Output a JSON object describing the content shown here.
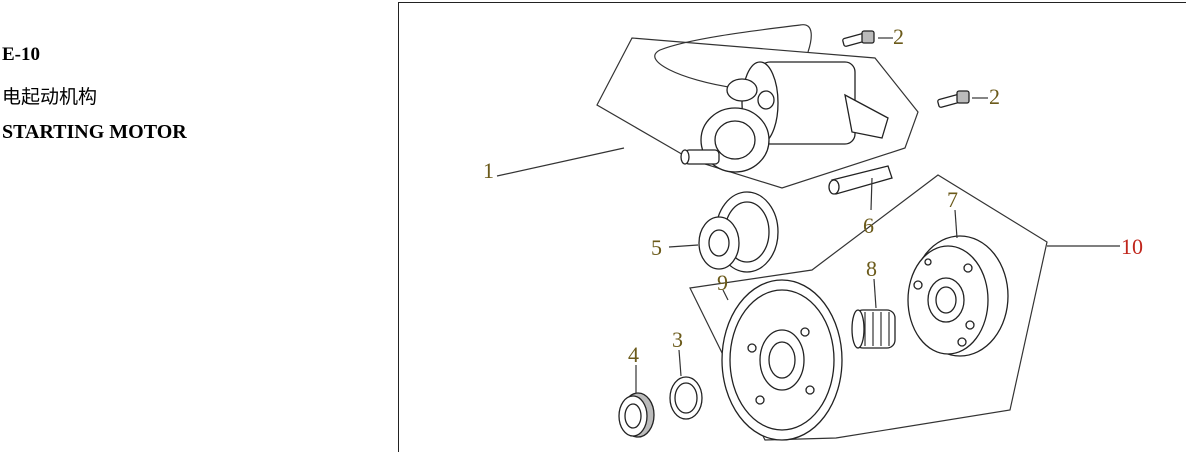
{
  "header": {
    "code": "E-10",
    "title_cn": "电起动机构",
    "title_en": "STARTING MOTOR"
  },
  "callouts": {
    "c1": "1",
    "c2a": "2",
    "c2b": "2",
    "c3": "3",
    "c4": "4",
    "c5": "5",
    "c6": "6",
    "c7": "7",
    "c8": "8",
    "c9": "9",
    "c10": "10"
  },
  "colors": {
    "callout": "#6b5a1a",
    "callout_highlight": "#c0261c"
  }
}
